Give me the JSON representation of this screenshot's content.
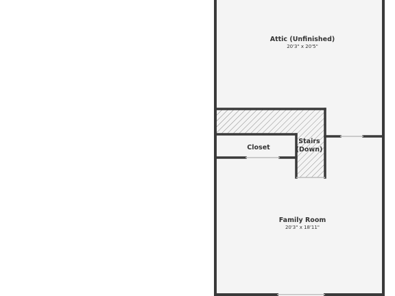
{
  "floorplan": {
    "rooms": {
      "attic": {
        "name": "Attic (Unfinished)",
        "dimensions": "20'3\" x 20'5\""
      },
      "closet": {
        "name": "Closet"
      },
      "stairs": {
        "name_line1": "Stairs",
        "name_line2": "(Down)"
      },
      "family_room": {
        "name": "Family Room",
        "dimensions": "20'3\" x 18'11\""
      }
    },
    "colors": {
      "wall": "#3a3a3a",
      "floor": "#f4f4f4",
      "hatch": "#8a8a8a",
      "background": "#ffffff"
    }
  }
}
